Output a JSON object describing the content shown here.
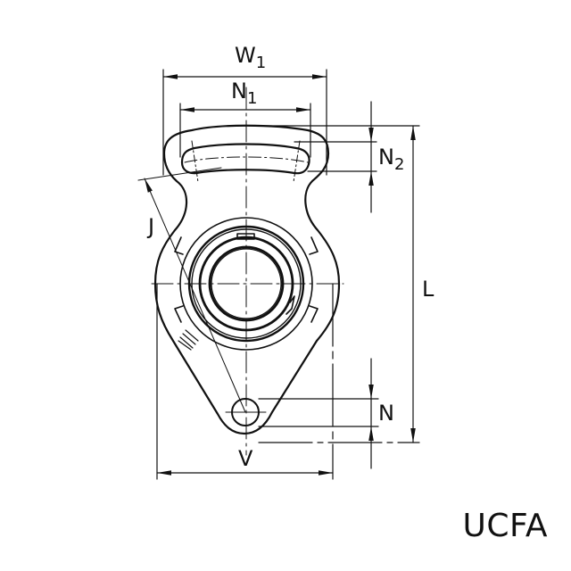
{
  "diagram": {
    "model": "UCFA",
    "stroke_color": "#111111",
    "background": "#ffffff",
    "dimensions": {
      "W1": {
        "base": "W",
        "sub": "1"
      },
      "N1": {
        "base": "N",
        "sub": "1"
      },
      "N2": {
        "base": "N",
        "sub": "2"
      },
      "J": {
        "base": "J"
      },
      "L": {
        "base": "L"
      },
      "N": {
        "base": "N"
      },
      "V": {
        "base": "V"
      }
    }
  }
}
